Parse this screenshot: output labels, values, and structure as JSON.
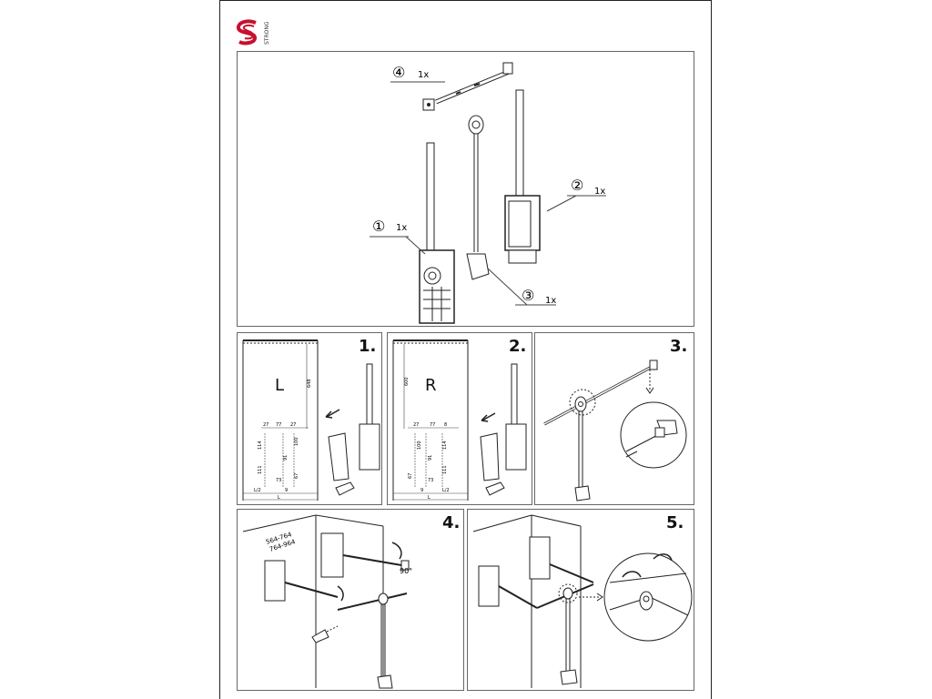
{
  "brand": {
    "name": "STRONG"
  },
  "parts": [
    {
      "number": "④",
      "qty": "1x"
    },
    {
      "number": "②",
      "qty": "1x"
    },
    {
      "number": "①",
      "qty": "1x"
    },
    {
      "number": "③",
      "qty": "1x"
    }
  ],
  "steps": [
    {
      "label": "1.",
      "side": "L",
      "dims": {
        "h": "648",
        "w1": "27",
        "w2": "77",
        "w3": "27",
        "d1": "114",
        "d2": "100",
        "d3": "91",
        "d4": "111",
        "d5": "67",
        "d6": "73",
        "half": "L/2",
        "nine": "9",
        "l": "L"
      }
    },
    {
      "label": "2.",
      "side": "R",
      "dims": {
        "h": "600",
        "w1": "27",
        "w2": "77",
        "w3": "8",
        "d1": "114",
        "d2": "100",
        "d3": "91",
        "d4": "111",
        "d5": "67",
        "d6": "73",
        "half": "L/2",
        "nine": "9",
        "l": "L"
      }
    },
    {
      "label": "3."
    },
    {
      "label": "4.",
      "range1": "564-764",
      "range2": "764-964",
      "angle": "90°"
    },
    {
      "label": "5."
    }
  ],
  "colors": {
    "brand": "#c8102e",
    "line": "#222222",
    "frame": "#666666"
  }
}
